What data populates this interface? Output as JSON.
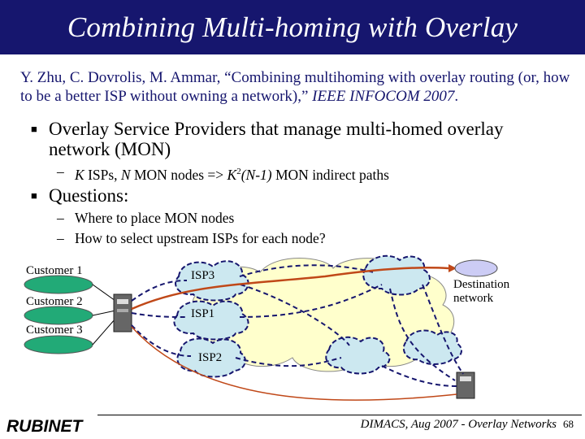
{
  "title": "Combining Multi-homing with Overlay",
  "citation": {
    "text": "Y. Zhu, C. Dovrolis, M. Ammar, “Combining multihoming with overlay routing (or, how to be a better ISP without owning a network),” ",
    "venue": "IEEE INFOCOM 2007",
    "end": "."
  },
  "bullets": [
    {
      "text": "Overlay Service Providers that manage multi-homed overlay network (MON)",
      "sub": [
        {
          "k": "K",
          "a": " ISPs, ",
          "n": "N",
          "b": " MON nodes => ",
          "k2": "K",
          "sup": "2",
          "expr": "(N-1)",
          "c": " MON indirect paths"
        }
      ]
    },
    {
      "text": "Questions:",
      "sub_list": [
        "Where to place MON nodes",
        "How to select upstream ISPs for each node?"
      ]
    }
  ],
  "diagram": {
    "customers": [
      "Customer 1",
      "Customer 2",
      "Customer 3"
    ],
    "isps": [
      "ISP3",
      "ISP1",
      "ISP2"
    ],
    "destination": "Destination network",
    "colors": {
      "customer": "#22aa77",
      "cloud": "#cce8f0",
      "big_cloud": "#ffffcc",
      "path": "#16166e",
      "route": "#c04818",
      "destination": "#ccccf5"
    }
  },
  "footer": {
    "logo": "RUBINET",
    "text": "DIMACS, Aug 2007 - Overlay Networks",
    "page": "68"
  }
}
